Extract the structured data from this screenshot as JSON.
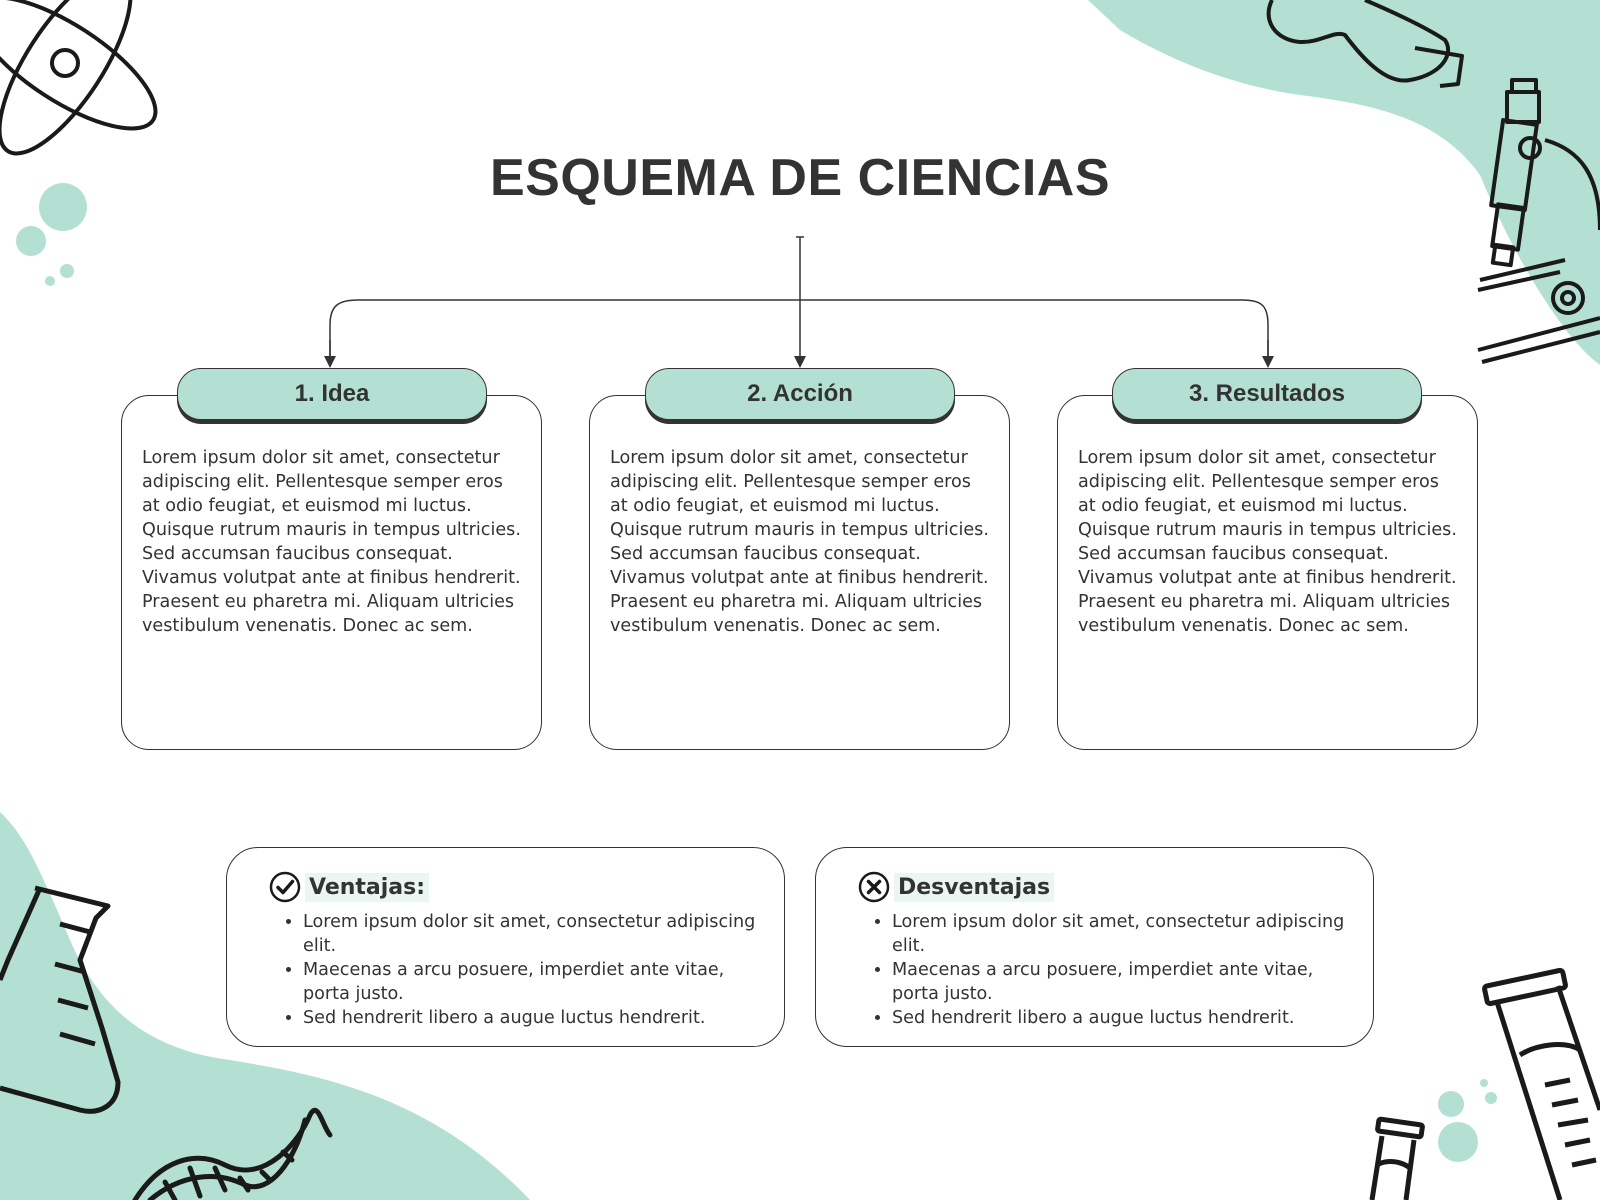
{
  "title": "ESQUEMA DE CIENCIAS",
  "colors": {
    "accent": "#b3e0d2",
    "text": "#333333",
    "line": "#333333",
    "background": "#ffffff"
  },
  "steps": [
    {
      "label": "1. Idea",
      "text": "Lorem ipsum dolor sit amet, consectetur adipiscing elit. Pellentesque semper eros at odio feugiat, et euismod mi luctus. Quisque rutrum mauris in tempus ultricies. Sed accumsan faucibus consequat. Vivamus volutpat ante at finibus hendrerit. Praesent eu pharetra mi. Aliquam ultricies vestibulum venenatis. Donec ac sem."
    },
    {
      "label": "2. Acción",
      "text": "Lorem ipsum dolor sit amet, consectetur adipiscing elit. Pellentesque semper eros at odio feugiat, et euismod mi luctus. Quisque rutrum mauris in tempus ultricies. Sed accumsan faucibus consequat. Vivamus volutpat ante at finibus hendrerit. Praesent eu pharetra mi. Aliquam ultricies vestibulum venenatis. Donec ac sem."
    },
    {
      "label": "3. Resultados",
      "text": "Lorem ipsum dolor sit amet, consectetur adipiscing elit. Pellentesque semper eros at odio feugiat, et euismod mi luctus. Quisque rutrum mauris in tempus ultricies. Sed accumsan faucibus consequat. Vivamus volutpat ante at finibus hendrerit. Praesent eu pharetra mi. Aliquam ultricies vestibulum venenatis. Donec ac sem."
    }
  ],
  "advantages": {
    "title": "Ventajas:",
    "icon": "check-circle-icon",
    "items": [
      "Lorem ipsum dolor sit amet, consectetur adipiscing elit.",
      "Maecenas a arcu posuere, imperdiet ante vitae, porta justo.",
      "Sed hendrerit libero a augue luctus hendrerit."
    ]
  },
  "disadvantages": {
    "title": "Desventajas",
    "icon": "x-circle-icon",
    "items": [
      "Lorem ipsum dolor sit amet, consectetur adipiscing elit.",
      "Maecenas a arcu posuere, imperdiet ante vitae, porta justo.",
      "Sed hendrerit libero a augue luctus hendrerit."
    ]
  },
  "decorations": [
    "atom-icon",
    "safety-goggles-icon",
    "microscope-icon",
    "flask-icon",
    "dna-icon",
    "test-tubes-icon",
    "bubbles"
  ]
}
